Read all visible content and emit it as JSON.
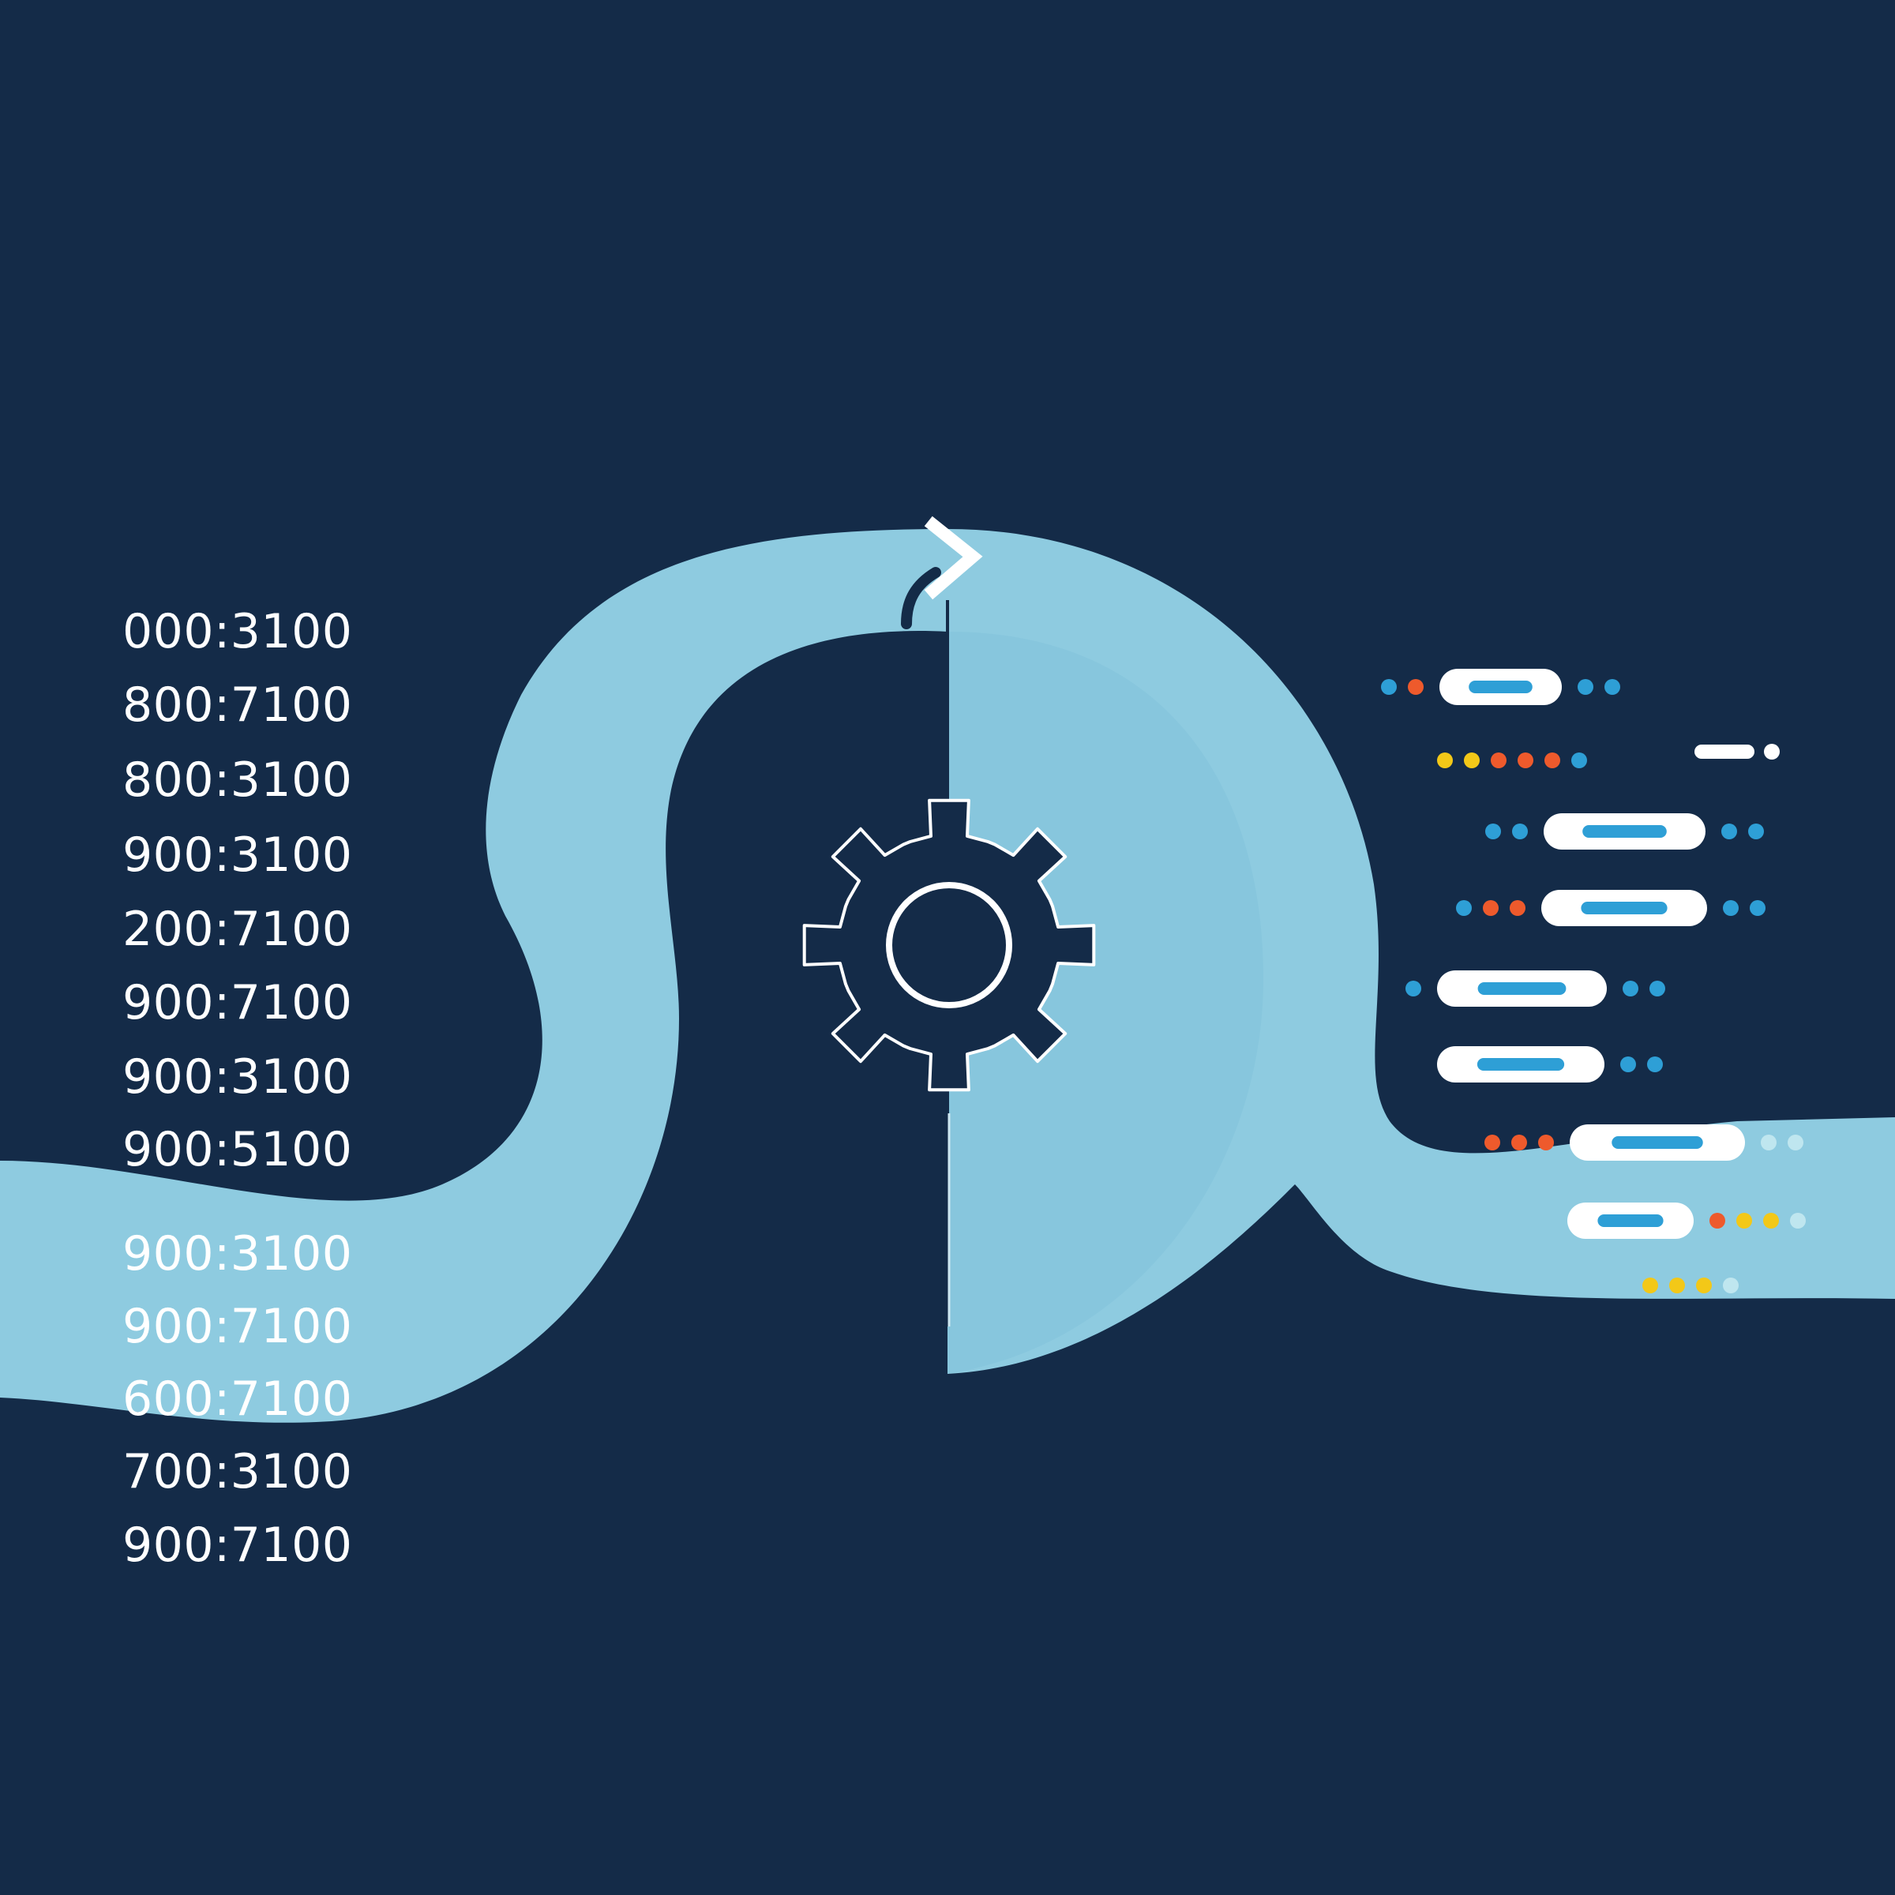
{
  "background_color": "#142b48",
  "stream_color": "#8ecbe0",
  "dome_color": "#82c3da",
  "accent_colors": {
    "blue": "#2e9fd6",
    "orange": "#ee5a2c",
    "yellow": "#f3c818",
    "white": "#ffffff",
    "pale": "#bfe6ef"
  },
  "left_codes": [
    "000:3100",
    "800:7100",
    "800:3100",
    "900:3100",
    "200:7100",
    "900:7100",
    "900:3100",
    "900:5100",
    "900:3100",
    "900:7100",
    "600:7100",
    "700:3100",
    "900:7100"
  ],
  "icons": {
    "center": "gear-icon",
    "top": "chevron-right-icon"
  },
  "right_rows": [
    {
      "left_dots": [
        "blue",
        "orange"
      ],
      "pill": true,
      "right_dots": [
        "blue",
        "blue"
      ]
    },
    {
      "left_dots": [
        "yellow",
        "yellow",
        "orange",
        "orange",
        "orange",
        "blue"
      ],
      "pill": false,
      "right_dots": []
    },
    {
      "left_dots": [
        "blue",
        "blue"
      ],
      "pill": true,
      "right_dots": [
        "blue",
        "blue"
      ]
    },
    {
      "left_dots": [
        "blue",
        "orange",
        "orange"
      ],
      "pill": true,
      "right_dots": [
        "blue",
        "blue"
      ]
    },
    {
      "left_dots": [
        "blue"
      ],
      "pill": true,
      "right_dots": [
        "blue",
        "blue"
      ]
    },
    {
      "left_dots": [],
      "pill": true,
      "right_dots": [
        "blue",
        "blue"
      ]
    },
    {
      "left_dots": [
        "orange",
        "orange",
        "orange"
      ],
      "pill": true,
      "right_dots": [
        "pale",
        "pale"
      ]
    },
    {
      "left_dots": [],
      "pill": true,
      "right_dots": [
        "orange",
        "yellow",
        "yellow",
        "pale"
      ]
    },
    {
      "left_dots": [
        "yellow",
        "yellow",
        "yellow",
        "pale"
      ],
      "pill": false,
      "right_dots": []
    }
  ]
}
